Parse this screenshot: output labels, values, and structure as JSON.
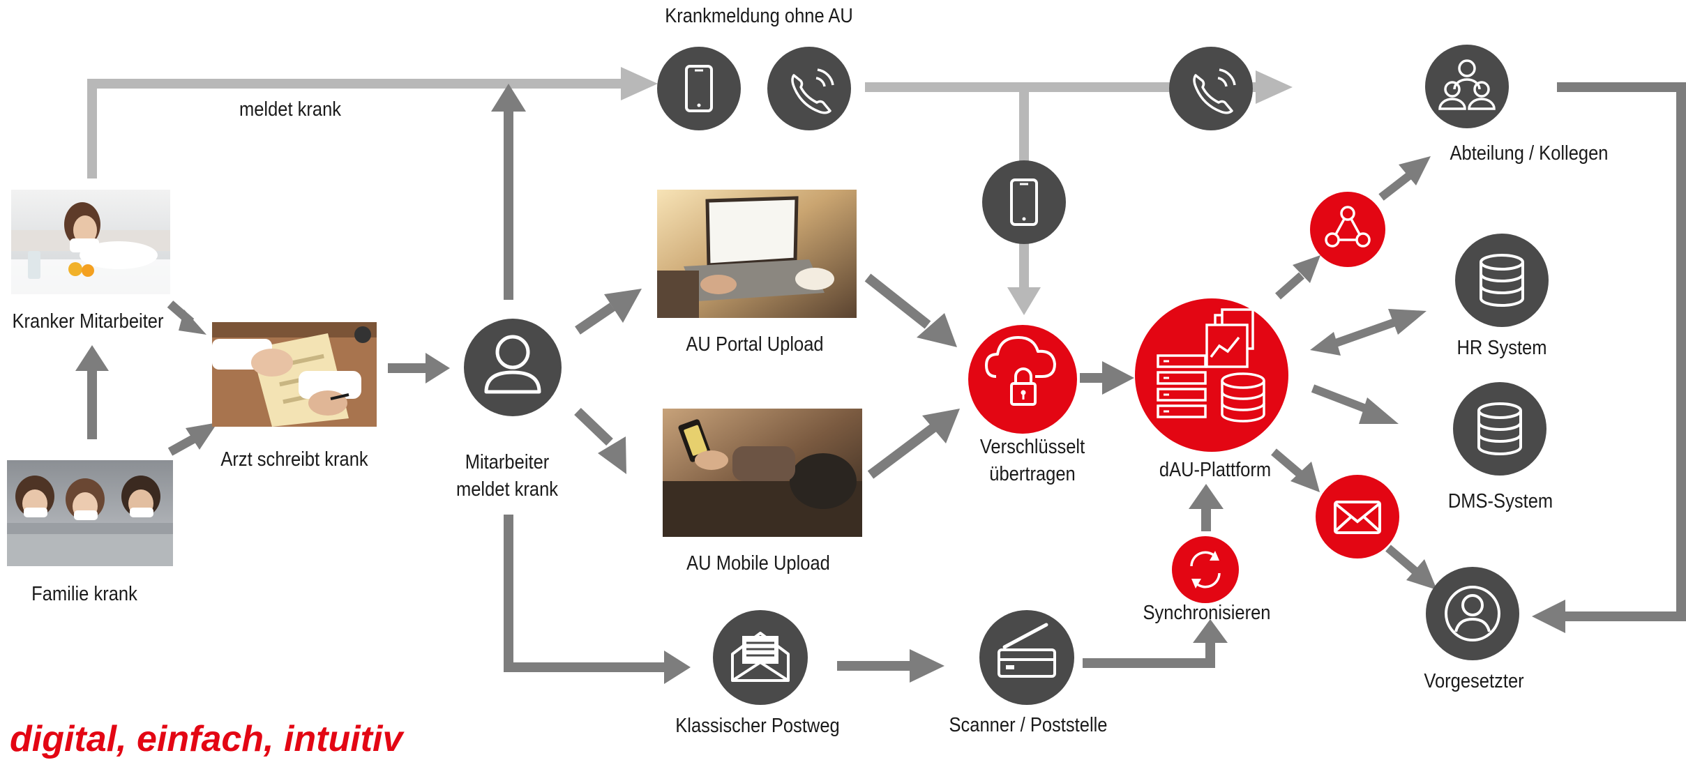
{
  "colors": {
    "accent_red": "#e30613",
    "node_dark": "#4a4a4a",
    "arrow_gray": "#7d7d7d",
    "arrow_light": "#b8b8b8"
  },
  "labels": {
    "krankmeldung_ohne_au": "Krankmeldung ohne AU",
    "meldet_krank": "meldet krank",
    "kranker_mitarbeiter": "Kranker Mitarbeiter",
    "arzt_schreibt_krank": "Arzt schreibt krank",
    "familie_krank": "Familie krank",
    "mitarbeiter_meldet_krank_1": "Mitarbeiter",
    "mitarbeiter_meldet_krank_2": "meldet krank",
    "au_portal_upload": "AU Portal Upload",
    "au_mobile_upload": "AU Mobile Upload",
    "klassischer_postweg": "Klassischer Postweg",
    "scanner_poststelle": "Scanner / Poststelle",
    "verschluesselt_1": "Verschlüsselt",
    "verschluesselt_2": "übertragen",
    "dau_plattform": "dAU-Plattform",
    "synchronisieren": "Synchronisieren",
    "abteilung_kollegen": "Abteilung / Kollegen",
    "hr_system": "HR System",
    "dms_system": "DMS-System",
    "vorgesetzter": "Vorgesetzter"
  },
  "slogan": "digital, einfach, intuitiv",
  "icons": [
    "smartphone-icon",
    "phone-call-icon",
    "group-icon",
    "user-icon",
    "cloud-lock-icon",
    "server-database-icon",
    "share-icon",
    "database-icon",
    "mail-icon",
    "user-circle-icon",
    "sync-icon",
    "scanner-icon",
    "letter-icon"
  ],
  "photos": [
    "sick-employee-photo",
    "doctor-writing-photo",
    "sick-family-photo",
    "laptop-upload-photo",
    "mobile-upload-photo"
  ]
}
